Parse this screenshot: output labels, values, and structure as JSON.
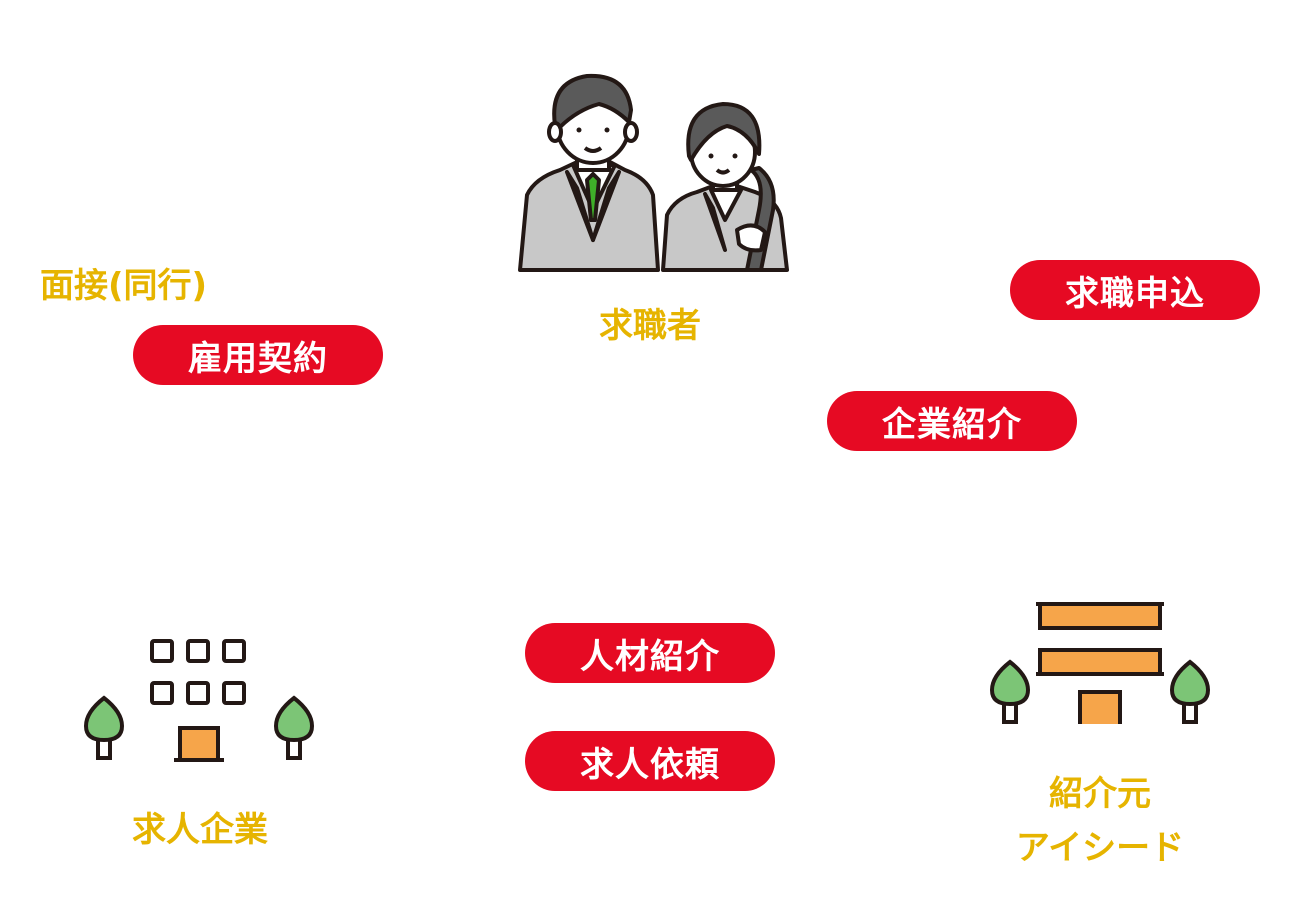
{
  "colors": {
    "pill_red": "#e60a23",
    "label_gold": "#e6b400",
    "building_orange": "#f6a54a",
    "tree_green": "#7cc576",
    "outline": "#231815",
    "suit_gray": "#c8c8c8",
    "tie_green": "#3fae29"
  },
  "nodes": {
    "job_seeker": "求職者",
    "employer": "求人企業",
    "agency_line1": "紹介元",
    "agency_line2": "アイシード"
  },
  "steps": {
    "interview": "面接(同行)",
    "contract": "雇用契約",
    "application": "求職申込",
    "company_intro": "企業紹介",
    "talent_intro": "人材紹介",
    "job_request": "求人依頼"
  }
}
